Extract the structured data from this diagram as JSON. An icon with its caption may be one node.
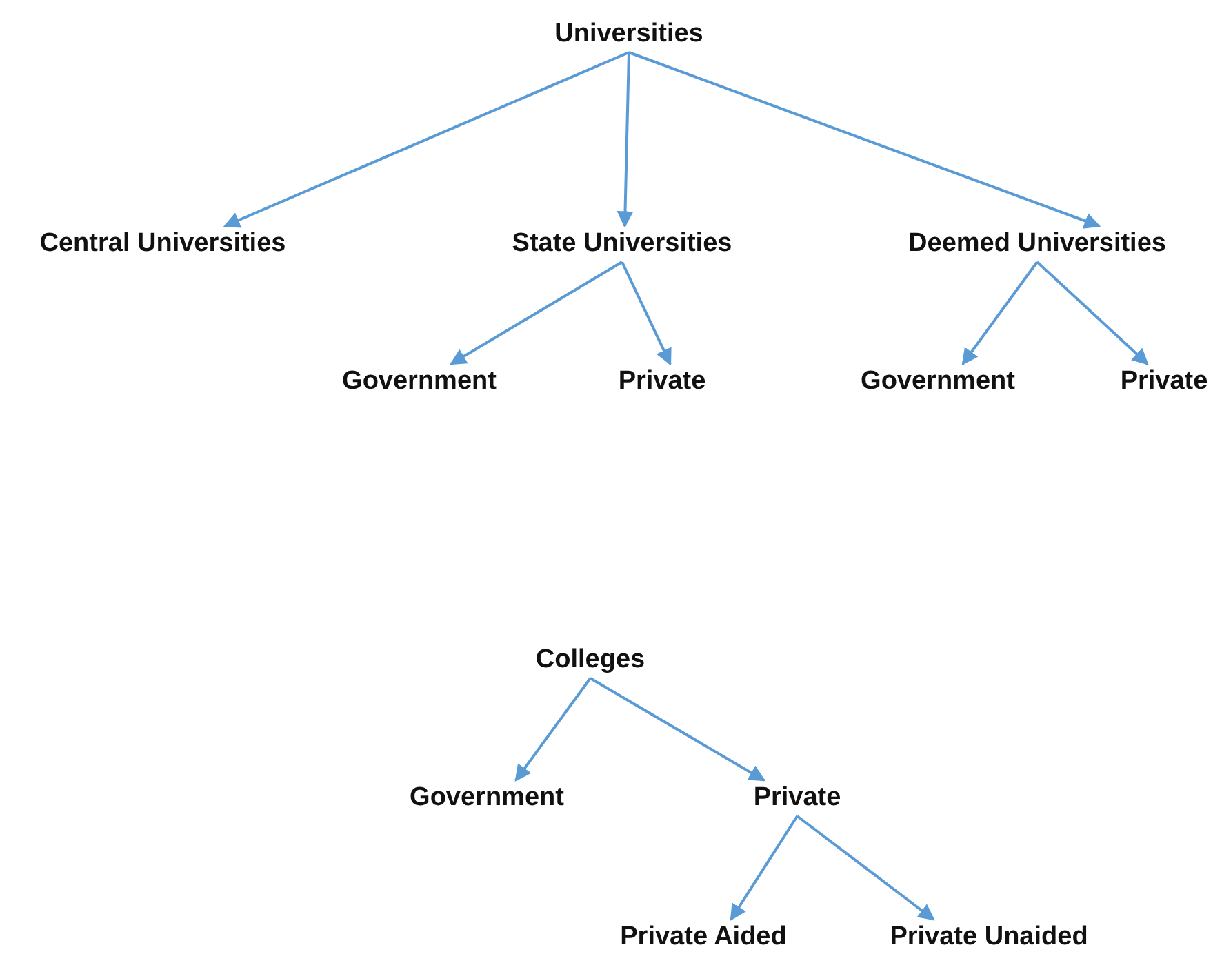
{
  "diagram": {
    "nodes": [
      {
        "text": [
          "Universities"
        ]
      },
      {
        "text": [
          "Central Universities"
        ]
      },
      {
        "text": [
          "State Universities"
        ]
      },
      {
        "text": [
          "Deemed Universities"
        ]
      },
      {
        "text": [
          "Government"
        ]
      },
      {
        "text": [
          "Private"
        ]
      },
      {
        "text": [
          "Government"
        ]
      },
      {
        "text": [
          "Private"
        ]
      },
      {
        "text": [
          "Colleges"
        ]
      },
      {
        "text": [
          "Government"
        ]
      },
      {
        "text": [
          "Private"
        ]
      },
      {
        "text": [
          "Private Aided"
        ]
      },
      {
        "text": [
          "Private Unaided"
        ]
      }
    ],
    "edges": [
      {
        "from": 0,
        "to": 1,
        "arrow": "to"
      },
      {
        "from": 0,
        "to": 2,
        "arrow": "to"
      },
      {
        "from": 0,
        "to": 3,
        "arrow": "to"
      },
      {
        "from": 2,
        "to": 4,
        "arrow": "to"
      },
      {
        "from": 2,
        "to": 5,
        "arrow": "to"
      },
      {
        "from": 3,
        "to": 6,
        "arrow": "to"
      },
      {
        "from": 3,
        "to": 7,
        "arrow": "to"
      },
      {
        "from": 8,
        "to": 9,
        "arrow": "to"
      },
      {
        "from": 8,
        "to": 10,
        "arrow": "to"
      },
      {
        "from": 10,
        "to": 11,
        "arrow": "to"
      },
      {
        "from": 10,
        "to": 12,
        "arrow": "to"
      }
    ]
  }
}
